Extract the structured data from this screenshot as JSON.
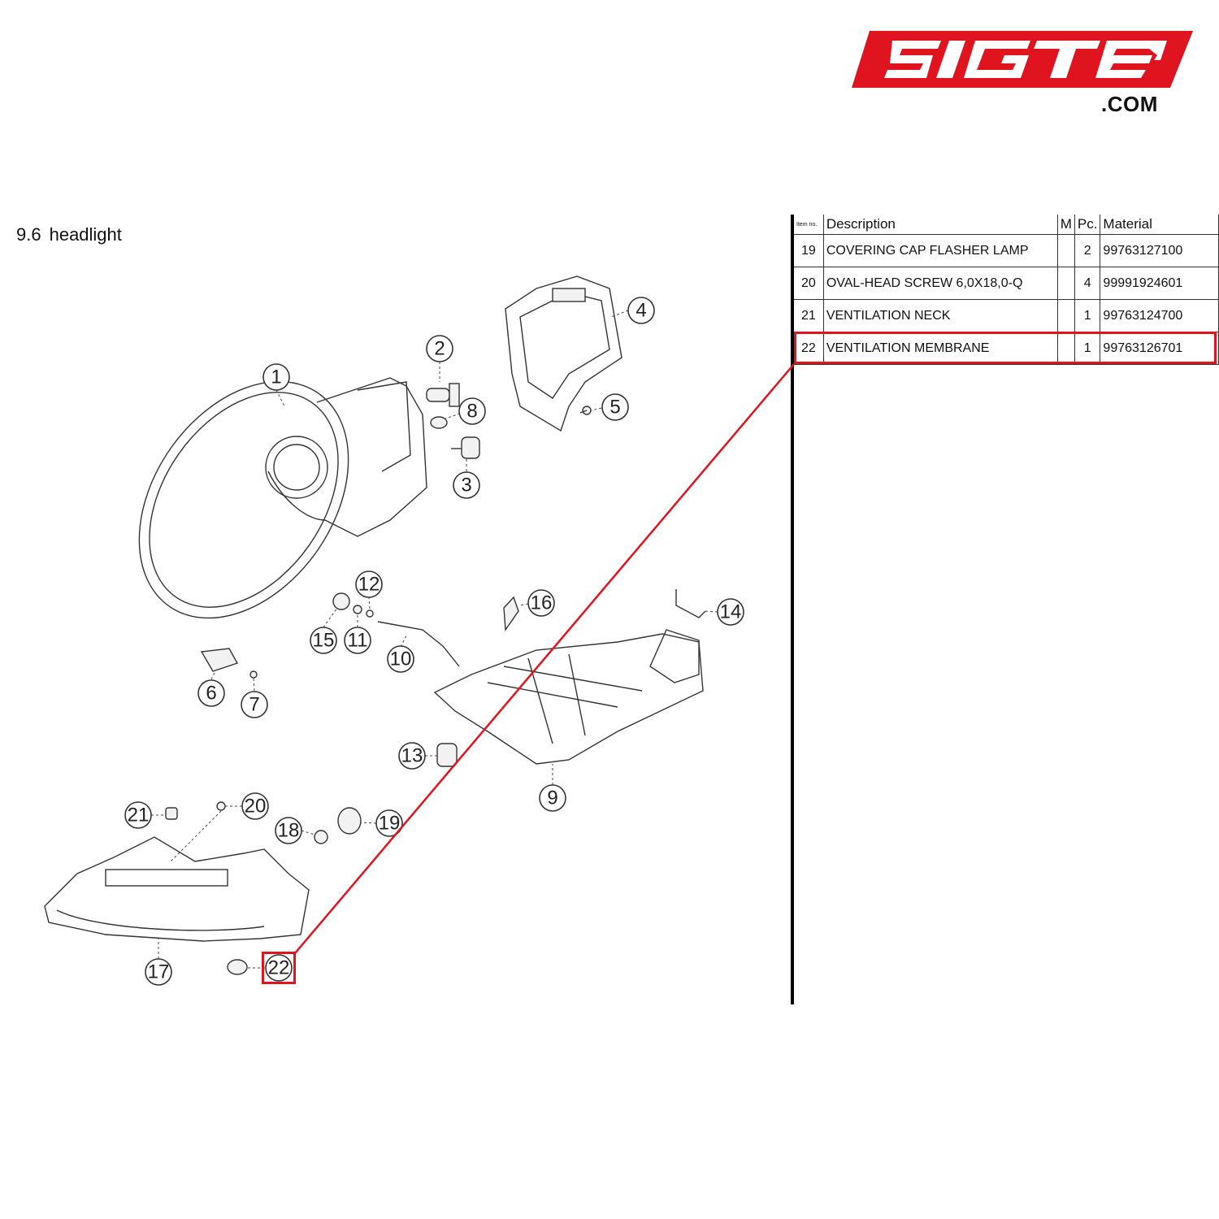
{
  "brand": {
    "logo_text": "51GT3",
    "domain_suffix": ".COM",
    "logo_color": "#e0141e"
  },
  "section": {
    "number": "9.6",
    "title": "headlight"
  },
  "callouts": [
    "1",
    "2",
    "3",
    "4",
    "5",
    "6",
    "7",
    "8",
    "9",
    "10",
    "11",
    "12",
    "13",
    "14",
    "15",
    "16",
    "17",
    "18",
    "19",
    "20",
    "21",
    "22"
  ],
  "highlight": {
    "item": "22",
    "color": "#e0141e"
  },
  "parts_table": {
    "headers": {
      "item": "Item no.",
      "description": "Description",
      "m": "M",
      "pc": "Pc.",
      "material": "Material"
    },
    "rows": [
      {
        "item": "19",
        "description": "COVERING CAP FLASHER LAMP",
        "m": "",
        "pc": "2",
        "material": "99763127100"
      },
      {
        "item": "20",
        "description": "OVAL-HEAD SCREW 6,0X18,0-Q",
        "m": "",
        "pc": "4",
        "material": "99991924601"
      },
      {
        "item": "21",
        "description": "VENTILATION NECK",
        "m": "",
        "pc": "1",
        "material": "99763124700"
      },
      {
        "item": "22",
        "description": "VENTILATION MEMBRANE",
        "m": "",
        "pc": "1",
        "material": "99763126701"
      }
    ]
  }
}
